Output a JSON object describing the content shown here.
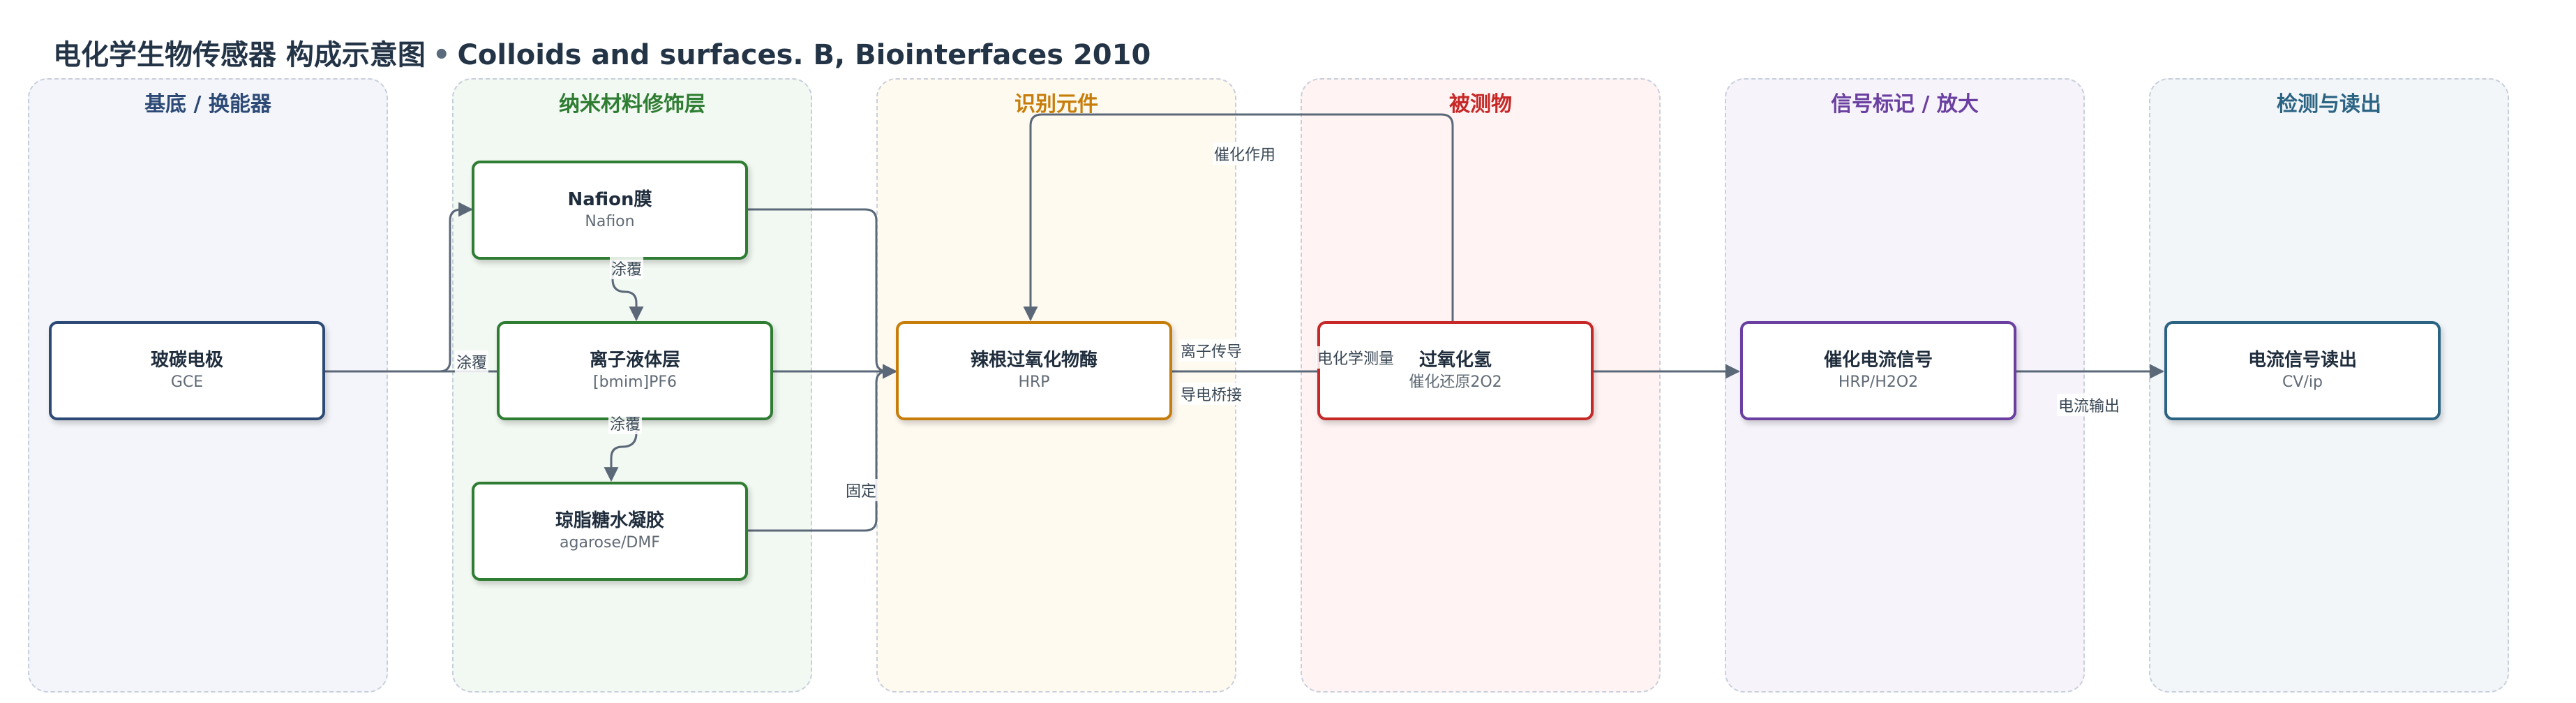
{
  "title": {
    "main": "电化学生物传感器 构成示意图",
    "separator": "•",
    "source": "Colloids and surfaces. B, Biointerfaces 2010"
  },
  "lanes": [
    {
      "label": "基底 / 换能器",
      "color": "#2c4a75",
      "fill": "#f3f5fa"
    },
    {
      "label": "纳米材料修饰层",
      "color": "#2e7d32",
      "fill": "#f2f8f2"
    },
    {
      "label": "识别元件",
      "color": "#c77d0a",
      "fill": "#fffaf0"
    },
    {
      "label": "被测物",
      "color": "#c62828",
      "fill": "#fff4f3"
    },
    {
      "label": "信号标记 / 放大",
      "color": "#6a3fa0",
      "fill": "#f6f3fb"
    },
    {
      "label": "检测与读出",
      "color": "#2b6383",
      "fill": "#f2f6f8"
    }
  ],
  "nodes": {
    "gce": {
      "title": "玻碳电极",
      "sub": "GCE",
      "border": "#2c4a75"
    },
    "nafion": {
      "title": "Nafion膜",
      "sub": "Nafion",
      "border": "#2e7d32"
    },
    "ionic_liquid": {
      "title": "离子液体层",
      "sub": "[bmim]PF6",
      "border": "#2e7d32"
    },
    "agarose": {
      "title": "琼脂糖水凝胶",
      "sub": "agarose/DMF",
      "border": "#2e7d32"
    },
    "hrp": {
      "title": "辣根过氧化物酶",
      "sub": "HRP",
      "border": "#c77d0a"
    },
    "h2o2": {
      "title": "过氧化氢",
      "sub": "催化还原2O2",
      "border": "#c62828"
    },
    "catalytic_signal": {
      "title": "催化电流信号",
      "sub": "HRP/H2O2",
      "border": "#6a3fa0"
    },
    "readout": {
      "title": "电流信号读出",
      "sub": "CV/ip",
      "border": "#2b6383"
    }
  },
  "edge_labels": {
    "coat_1": "涂覆",
    "coat_2": "涂覆",
    "coat_3": "涂覆",
    "catalysis": "催化作用",
    "ion_conduction": "离子传导",
    "conductive_bridge": "导电桥接",
    "fixation": "固定",
    "electrochem_measure": "电化学测量",
    "current_output": "电流输出"
  },
  "colors": {
    "edge": "#5b6878"
  }
}
